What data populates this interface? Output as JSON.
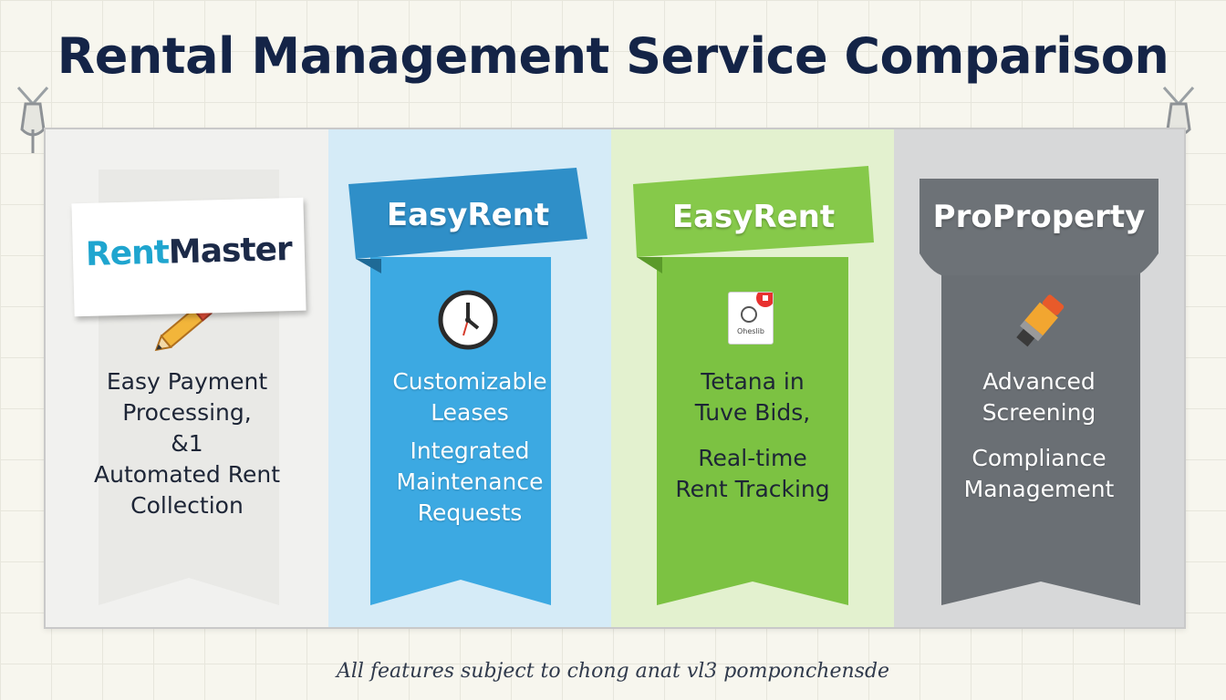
{
  "title": "Rental Management Service Comparison",
  "services": [
    {
      "name_part_1": "Rent",
      "name_part_2": "Master",
      "icon": "pencil-icon",
      "features": [
        "Easy Payment",
        "Processing,",
        "&1",
        "Automated Rent",
        "Collection"
      ],
      "colors": {
        "accent": "#1fa5cf",
        "dark": "#1c2a48",
        "panel": "#f1f1ef"
      }
    },
    {
      "name": "EasyRent",
      "icon": "clock-icon",
      "features_group_1": [
        "Customizable",
        "Leases"
      ],
      "features_group_2": [
        "Integrated",
        "Maintenance",
        "Requests"
      ],
      "colors": {
        "banner": "#3ca9e2",
        "panel": "#d5ebf7"
      }
    },
    {
      "name": "EasyRent",
      "icon": "sync-badge-icon",
      "icon_label": "Oheslib",
      "features_group_1": [
        "Tetana in",
        "Tuve Bids,"
      ],
      "features_group_2": [
        "Real-time",
        "Rent Tracking"
      ],
      "colors": {
        "banner": "#7cc242",
        "panel": "#e3f1cf"
      }
    },
    {
      "name": "ProProperty",
      "icon": "marker-icon",
      "features_group_1": [
        "Advanced",
        "Screening"
      ],
      "features_group_2": [
        "Compliance",
        "Management"
      ],
      "colors": {
        "banner": "#6a6f74",
        "panel": "#d7d8d9"
      }
    }
  ],
  "footnote": "All features subject to chong anat vl3 pomponchensde"
}
